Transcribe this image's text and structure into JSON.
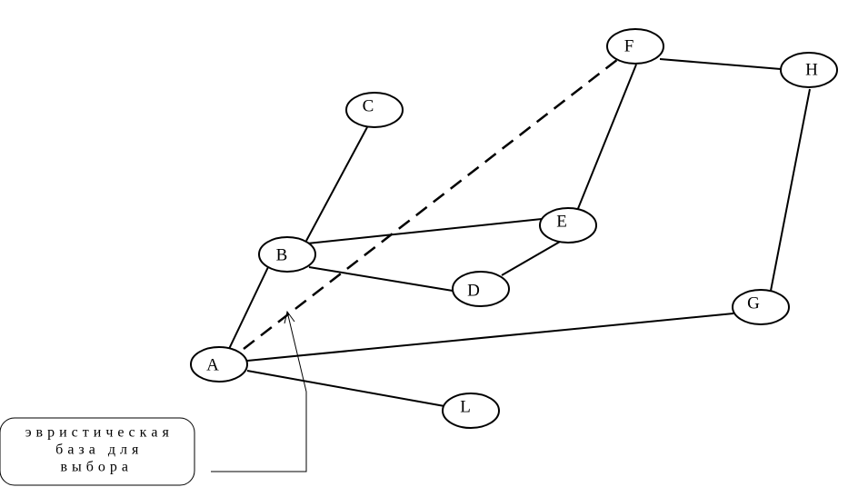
{
  "nodes": [
    {
      "id": "A",
      "label": "A"
    },
    {
      "id": "B",
      "label": "B"
    },
    {
      "id": "C",
      "label": "C"
    },
    {
      "id": "D",
      "label": "D"
    },
    {
      "id": "E",
      "label": "E"
    },
    {
      "id": "F",
      "label": "F"
    },
    {
      "id": "G",
      "label": "G"
    },
    {
      "id": "H",
      "label": "H"
    },
    {
      "id": "L",
      "label": "L"
    }
  ],
  "edges": [
    {
      "from": "A",
      "to": "B",
      "style": "solid"
    },
    {
      "from": "B",
      "to": "C",
      "style": "solid"
    },
    {
      "from": "B",
      "to": "E",
      "style": "solid"
    },
    {
      "from": "B",
      "to": "D",
      "style": "solid"
    },
    {
      "from": "D",
      "to": "E",
      "style": "solid"
    },
    {
      "from": "E",
      "to": "F",
      "style": "solid"
    },
    {
      "from": "F",
      "to": "H",
      "style": "solid"
    },
    {
      "from": "H",
      "to": "G",
      "style": "solid"
    },
    {
      "from": "A",
      "to": "G",
      "style": "solid"
    },
    {
      "from": "A",
      "to": "L",
      "style": "solid"
    },
    {
      "from": "A",
      "to": "F",
      "style": "dashed"
    }
  ],
  "note": {
    "lines": [
      "э в р и с т и ч е с к а я",
      "б а з а   д л я",
      "в ы б о р а"
    ],
    "points_to": "dashed-edge-A-F"
  }
}
